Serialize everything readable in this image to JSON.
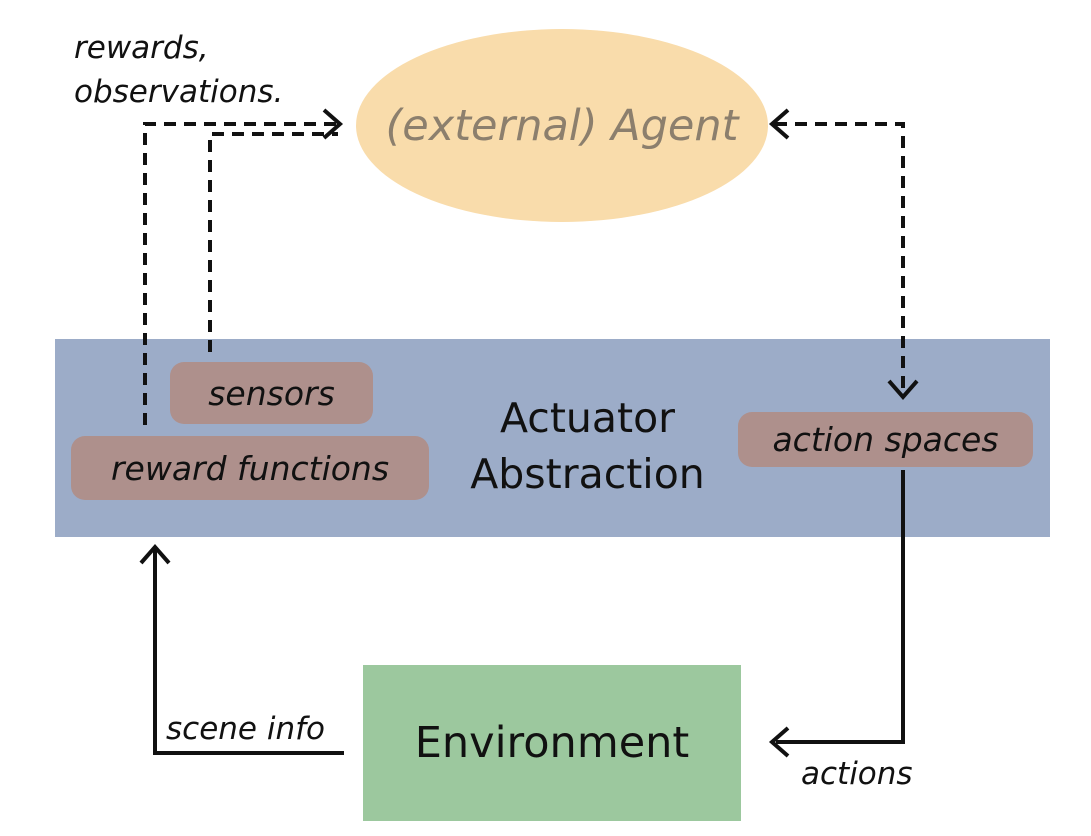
{
  "nodes": {
    "agent": "(external) Agent",
    "abstraction": [
      "Actuator",
      "Abstraction"
    ],
    "sensors": "sensors",
    "reward_functions": "reward functions",
    "action_spaces": "action spaces",
    "environment": "Environment"
  },
  "edge_labels": {
    "rewards": "rewards,",
    "observations": "observations.",
    "scene_info": "scene info",
    "actions": "actions"
  },
  "colors": {
    "agent_fill": "#f9dcab",
    "agent_text": "#8c7f6d",
    "abstraction_fill": "#9cacc8",
    "pill_fill": "#ae908c",
    "environment_fill": "#9cc89e",
    "line": "#111111"
  },
  "line_styles": {
    "agent_links": "dashed",
    "environment_links": "solid"
  }
}
